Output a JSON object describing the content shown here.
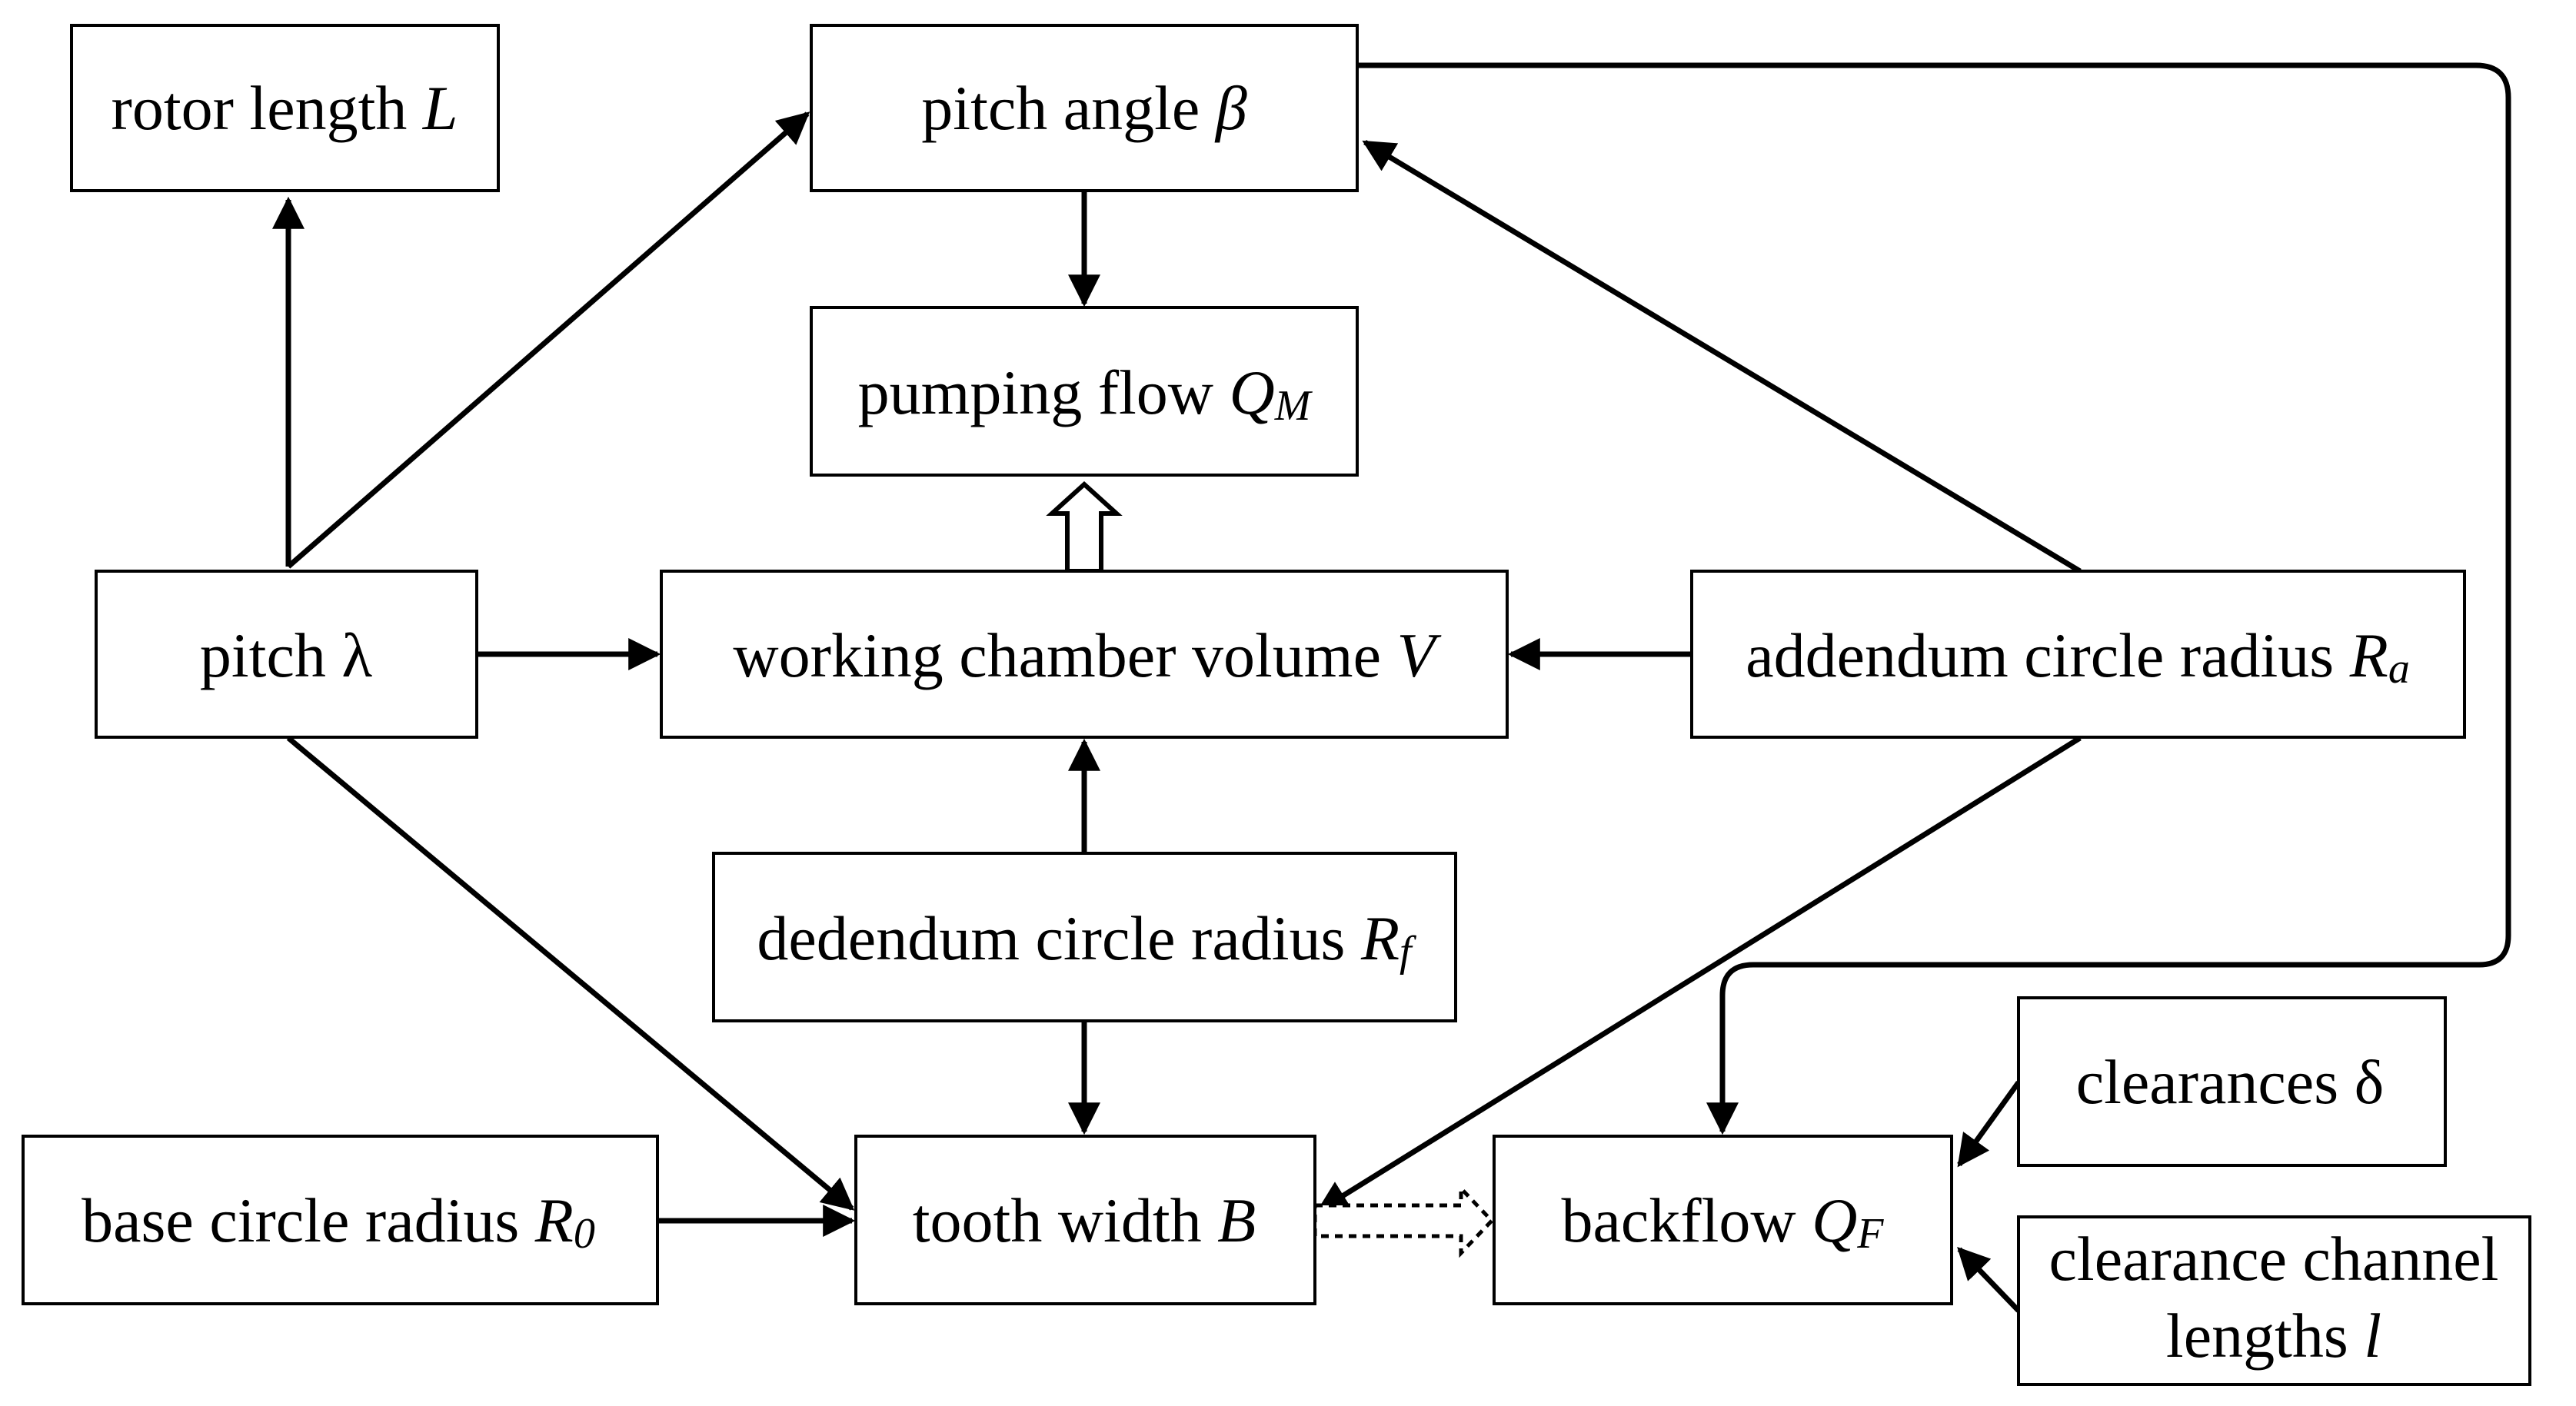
{
  "nodes": {
    "rotor_length": {
      "text": "rotor length ",
      "var": "L",
      "sub": ""
    },
    "pitch_angle": {
      "text": "pitch angle ",
      "var": "β",
      "sub": ""
    },
    "pumping_flow": {
      "text": "pumping flow ",
      "var": "Q",
      "sub": "M"
    },
    "pitch": {
      "text": "pitch ",
      "var": "λ",
      "sub": ""
    },
    "working_chamber": {
      "text": "working chamber volume ",
      "var": "V",
      "sub": ""
    },
    "addendum": {
      "text": "addendum circle radius ",
      "var": "R",
      "sub": "a"
    },
    "dedendum": {
      "text": "dedendum circle radius ",
      "var": "R",
      "sub": "f"
    },
    "base_circle": {
      "text": "base circle radius ",
      "var": "R",
      "sub": "0"
    },
    "tooth_width": {
      "text": "tooth width ",
      "var": "B",
      "sub": ""
    },
    "backflow": {
      "text": "backflow ",
      "var": "Q",
      "sub": "F"
    },
    "clearances": {
      "text": "clearances ",
      "var": "δ",
      "sub": ""
    },
    "clearance_channel": {
      "line1": "clearance channel",
      "text": "lengths ",
      "var": "l",
      "sub": ""
    }
  },
  "edges": [
    {
      "from": "pitch",
      "to": "rotor_length",
      "style": "solid"
    },
    {
      "from": "pitch",
      "to": "pitch_angle",
      "style": "solid"
    },
    {
      "from": "pitch_angle",
      "to": "pumping_flow",
      "style": "solid"
    },
    {
      "from": "working_chamber",
      "to": "pumping_flow",
      "style": "hollow"
    },
    {
      "from": "pitch",
      "to": "working_chamber",
      "style": "solid"
    },
    {
      "from": "addendum",
      "to": "working_chamber",
      "style": "solid"
    },
    {
      "from": "addendum",
      "to": "pitch_angle",
      "style": "solid"
    },
    {
      "from": "dedendum",
      "to": "working_chamber",
      "style": "solid"
    },
    {
      "from": "dedendum",
      "to": "tooth_width",
      "style": "solid"
    },
    {
      "from": "pitch",
      "to": "tooth_width",
      "style": "solid"
    },
    {
      "from": "addendum",
      "to": "tooth_width",
      "style": "solid"
    },
    {
      "from": "base_circle",
      "to": "tooth_width",
      "style": "solid"
    },
    {
      "from": "tooth_width",
      "to": "backflow",
      "style": "dashed-hollow"
    },
    {
      "from": "pitch_angle",
      "to": "backflow",
      "style": "solid"
    },
    {
      "from": "clearances",
      "to": "backflow",
      "style": "solid"
    },
    {
      "from": "clearance_channel",
      "to": "backflow",
      "style": "solid"
    }
  ]
}
